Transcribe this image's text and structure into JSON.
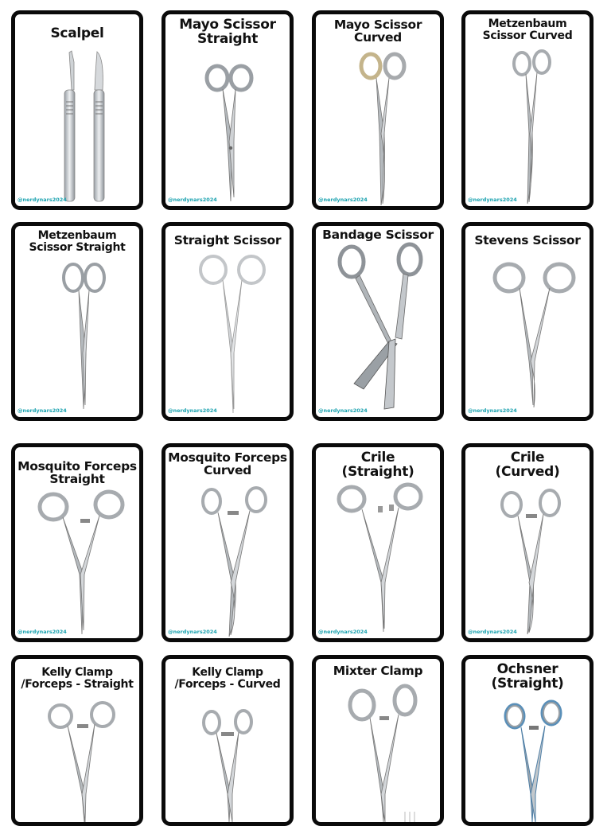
{
  "watermark": "@nerdynars2024",
  "cards": [
    {
      "title": "Scalpel"
    },
    {
      "title": "Mayo Scissor\nStraight"
    },
    {
      "title": "Mayo Scissor\nCurved"
    },
    {
      "title": "Metzenbaum\nScissor Curved"
    },
    {
      "title": "Metzenbaum\nScissor Straight"
    },
    {
      "title": "Straight Scissor"
    },
    {
      "title": "Bandage Scissor"
    },
    {
      "title": "Stevens Scissor"
    },
    {
      "title": "Mosquito Forceps\nStraight"
    },
    {
      "title": "Mosquito Forceps\nCurved"
    },
    {
      "title": "Crile\n(Straight)"
    },
    {
      "title": "Crile\n(Curved)"
    },
    {
      "title": "Kelly Clamp\n/Forceps - Straight"
    },
    {
      "title": "Kelly Clamp\n/Forceps - Curved"
    },
    {
      "title": "Mixter Clamp"
    },
    {
      "title": "Ochsner\n(Straight)"
    }
  ]
}
